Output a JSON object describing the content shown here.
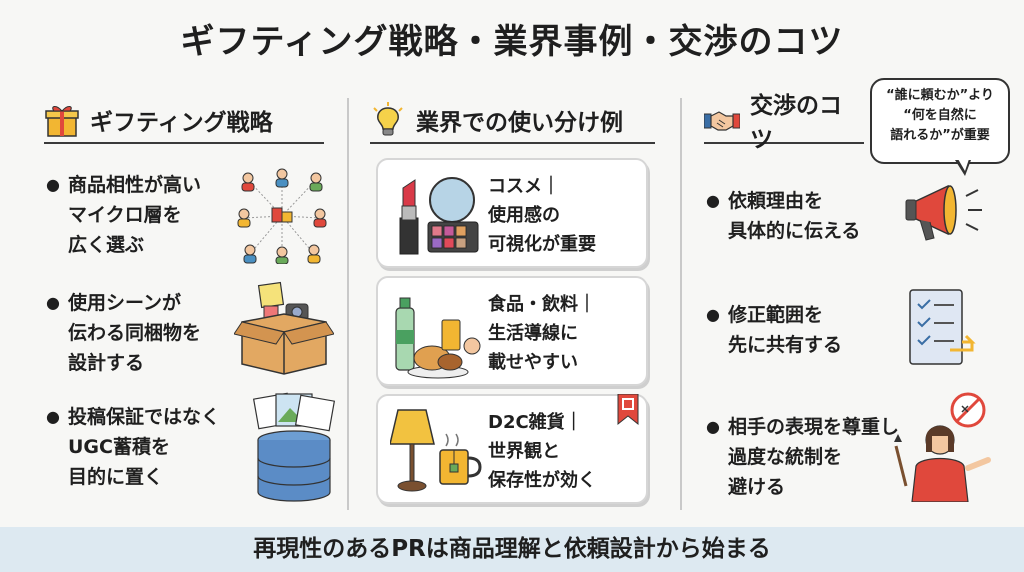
{
  "title": "ギフティング戦略・業界事例・交渉のコツ",
  "columns": [
    {
      "heading": "ギフティング戦略",
      "icon": "gift-icon",
      "items": [
        "商品相性が高い\nマイクロ層を\n広く選ぶ",
        "使用シーンが\n伝わる同梱物を\n設計する",
        "投稿保証ではなく\nUGC蓄積を\n目的に置く"
      ]
    },
    {
      "heading": "業界での使い分け例",
      "icon": "lightbulb-icon",
      "cards": [
        "コスメ｜\n使用感の\n可視化が重要",
        "食品・飲料｜\n生活導線に\n載せやすい",
        "D2C雑貨｜\n世界観と\n保存性が効く"
      ]
    },
    {
      "heading": "交渉のコツ",
      "icon": "handshake-icon",
      "items": [
        "依頼理由を\n具体的に伝える",
        "修正範囲を\n先に共有する",
        "相手の表現を尊重し\n過度な統制を\n避ける"
      ],
      "speech": "“誰に頼むか”より\n“何を自然に\n語れるか”が重要"
    }
  ],
  "footer": "再現性のあるPRは商品理解と依頼設計から始まる",
  "colors": {
    "accent_red": "#e0483c",
    "accent_yellow": "#f2b632",
    "footer_bg": "#dde9f1"
  }
}
